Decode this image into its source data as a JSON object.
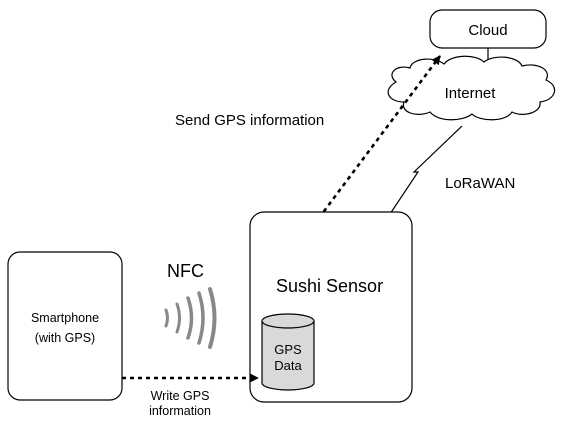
{
  "cloud": {
    "label": "Cloud"
  },
  "internet": {
    "label": "Internet"
  },
  "send_label": "Send GPS information",
  "lorawan_label": "LoRaWAN",
  "sensor": {
    "label": "Sushi Sensor"
  },
  "nfc_label": "NFC",
  "smartphone": {
    "line1": "Smartphone",
    "line2": "(with GPS)"
  },
  "gps_data": {
    "line1": "GPS",
    "line2": "Data"
  },
  "write_label": {
    "line1": "Write GPS",
    "line2": "information"
  },
  "colors": {
    "line": "#000000",
    "cylinder_fill": "#d9d9d9",
    "background": "#ffffff"
  },
  "icons": {
    "nfc": "nfc-waves-icon",
    "link": "lightning-link-icon"
  }
}
